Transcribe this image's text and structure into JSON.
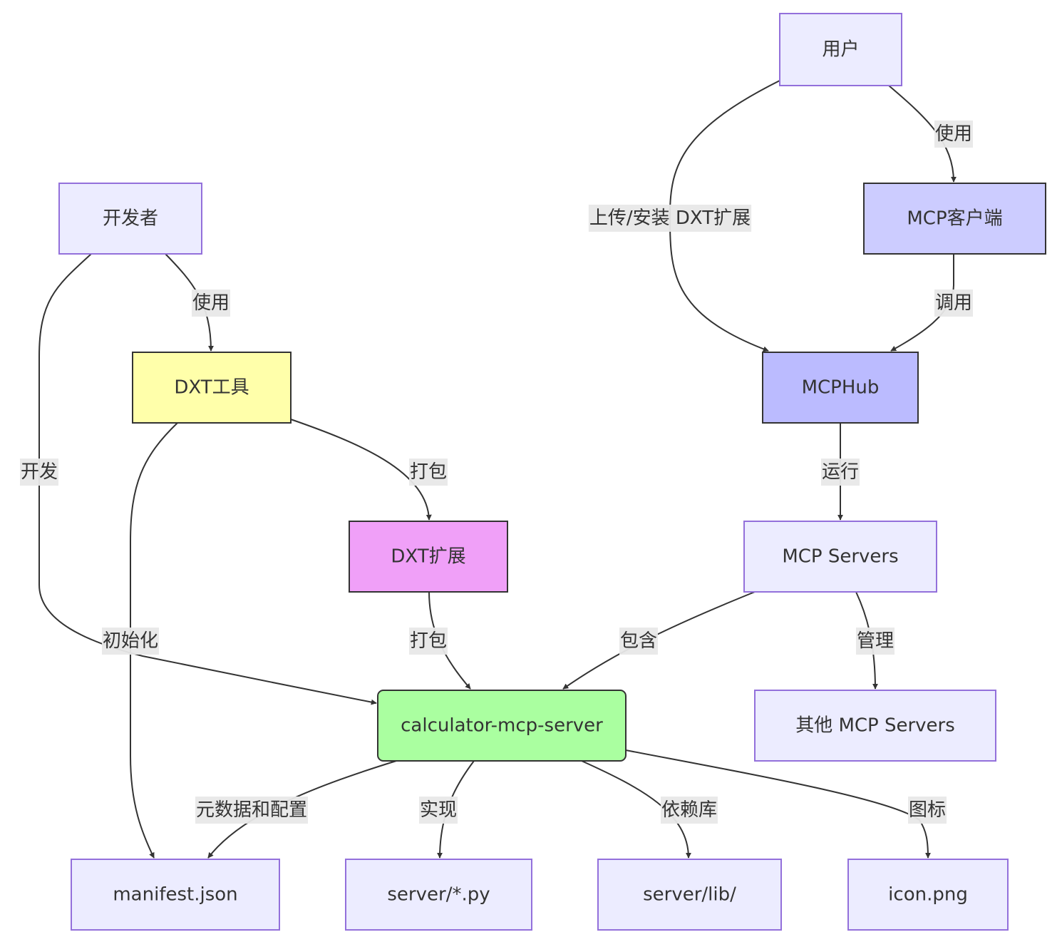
{
  "diagram": {
    "type": "flowchart",
    "nodes": [
      {
        "id": "user",
        "label": "用户",
        "style": "default"
      },
      {
        "id": "mcp_client",
        "label": "MCP客户端",
        "style": "client"
      },
      {
        "id": "developer",
        "label": "开发者",
        "style": "default"
      },
      {
        "id": "dxt_tool",
        "label": "DXT工具",
        "style": "tool"
      },
      {
        "id": "mcphub",
        "label": "MCPHub",
        "style": "hub"
      },
      {
        "id": "dxt_ext",
        "label": "DXT扩展",
        "style": "extension"
      },
      {
        "id": "mcp_servers",
        "label": "MCP Servers",
        "style": "default"
      },
      {
        "id": "calc_server",
        "label": "calculator-mcp-server",
        "style": "server"
      },
      {
        "id": "other_servers",
        "label": "其他 MCP Servers",
        "style": "default"
      },
      {
        "id": "manifest",
        "label": "manifest.json",
        "style": "default"
      },
      {
        "id": "server_py",
        "label": "server/*.py",
        "style": "default"
      },
      {
        "id": "server_lib",
        "label": "server/lib/",
        "style": "default"
      },
      {
        "id": "icon_png",
        "label": "icon.png",
        "style": "default"
      }
    ],
    "edges": [
      {
        "from": "user",
        "to": "mcp_client",
        "label": "使用"
      },
      {
        "from": "user",
        "to": "mcphub",
        "label": "上传/安装 DXT扩展"
      },
      {
        "from": "mcp_client",
        "to": "mcphub",
        "label": "调用"
      },
      {
        "from": "developer",
        "to": "dxt_tool",
        "label": "使用"
      },
      {
        "from": "developer",
        "to": "calc_server",
        "label": "开发"
      },
      {
        "from": "dxt_tool",
        "to": "dxt_ext",
        "label": "打包"
      },
      {
        "from": "dxt_tool",
        "to": "manifest",
        "label": "初始化"
      },
      {
        "from": "mcphub",
        "to": "mcp_servers",
        "label": "运行"
      },
      {
        "from": "dxt_ext",
        "to": "calc_server",
        "label": "打包"
      },
      {
        "from": "mcp_servers",
        "to": "calc_server",
        "label": "包含"
      },
      {
        "from": "mcp_servers",
        "to": "other_servers",
        "label": "管理"
      },
      {
        "from": "calc_server",
        "to": "manifest",
        "label": "元数据和配置"
      },
      {
        "from": "calc_server",
        "to": "server_py",
        "label": "实现"
      },
      {
        "from": "calc_server",
        "to": "server_lib",
        "label": "依赖库"
      },
      {
        "from": "calc_server",
        "to": "icon_png",
        "label": "图标"
      }
    ],
    "styles": {
      "default": {
        "fill": "#ececff",
        "stroke": "#9370db"
      },
      "client": {
        "fill": "#ccccff",
        "stroke": "#333333"
      },
      "hub": {
        "fill": "#bbbbff",
        "stroke": "#333333"
      },
      "tool": {
        "fill": "#ffffaa",
        "stroke": "#333333"
      },
      "extension": {
        "fill": "#f0a0f8",
        "stroke": "#333333"
      },
      "server": {
        "fill": "#aaffa0",
        "stroke": "#333333"
      }
    }
  }
}
